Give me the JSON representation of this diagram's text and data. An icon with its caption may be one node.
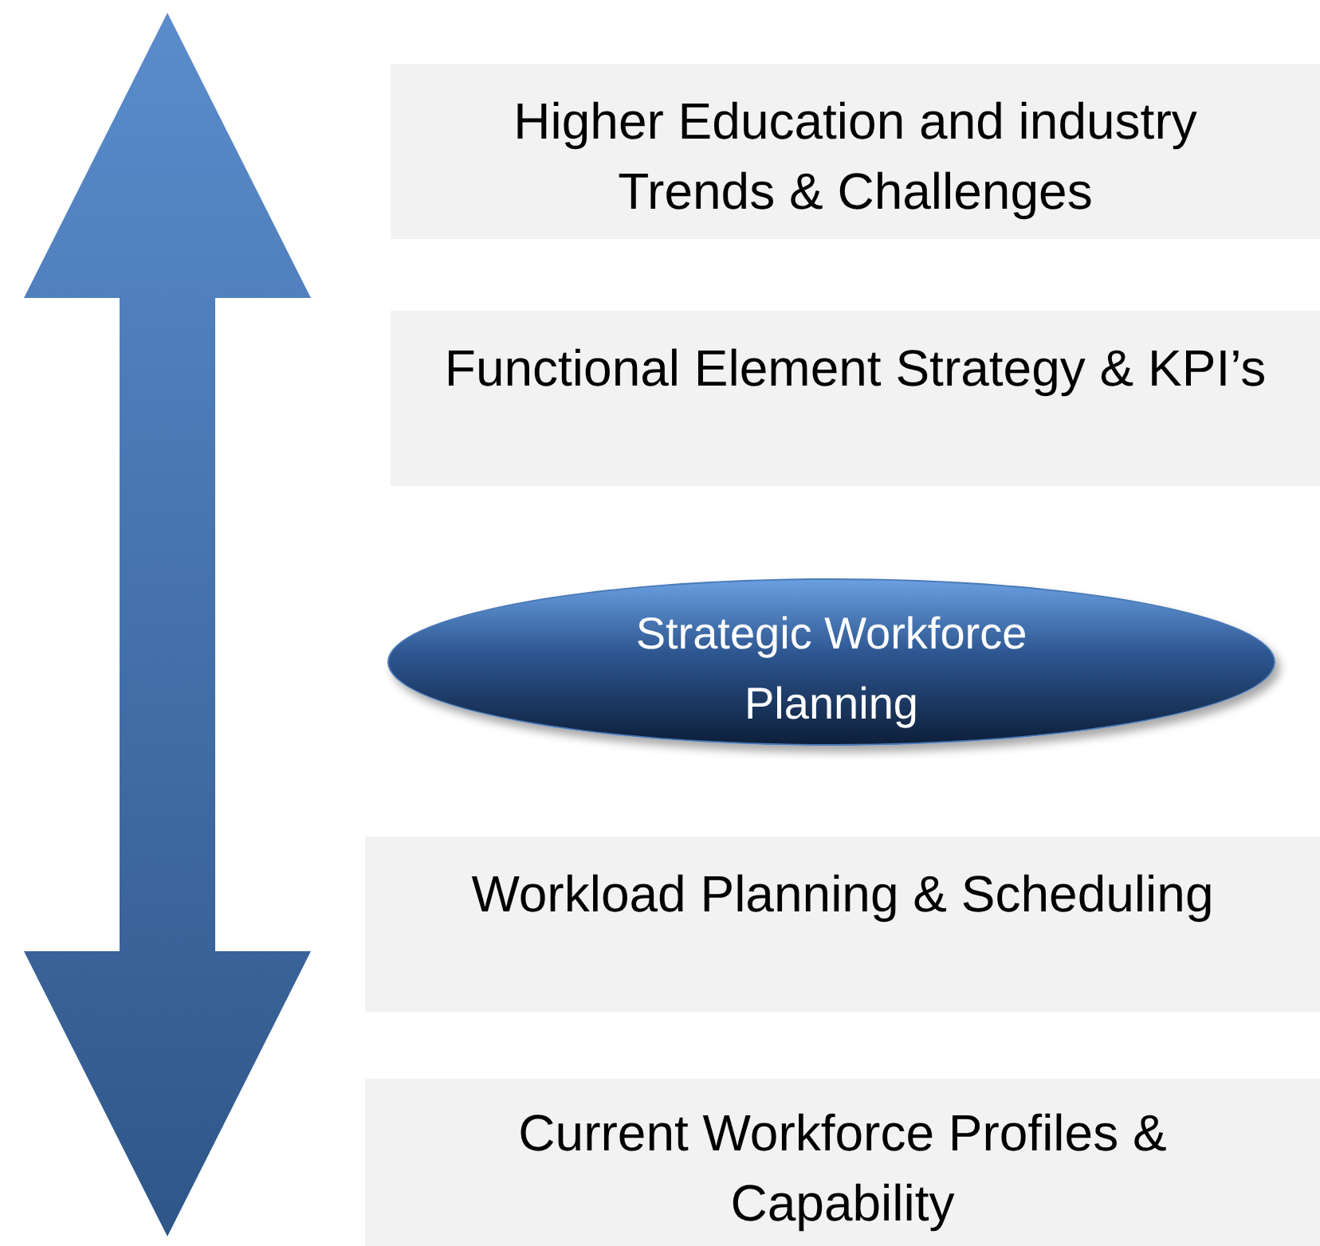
{
  "diagram": {
    "nodes": [
      {
        "text": [
          "Higher Education and industry Trends & Challenges"
        ]
      },
      {
        "text": [
          "Functional Element Strategy & KPI’s"
        ]
      },
      {
        "text": [
          "Strategic Workforce Planning"
        ]
      },
      {
        "text": [
          "Workload Planning & Scheduling"
        ]
      },
      {
        "text": [
          "Current Workforce Profiles & Capability"
        ]
      }
    ]
  }
}
